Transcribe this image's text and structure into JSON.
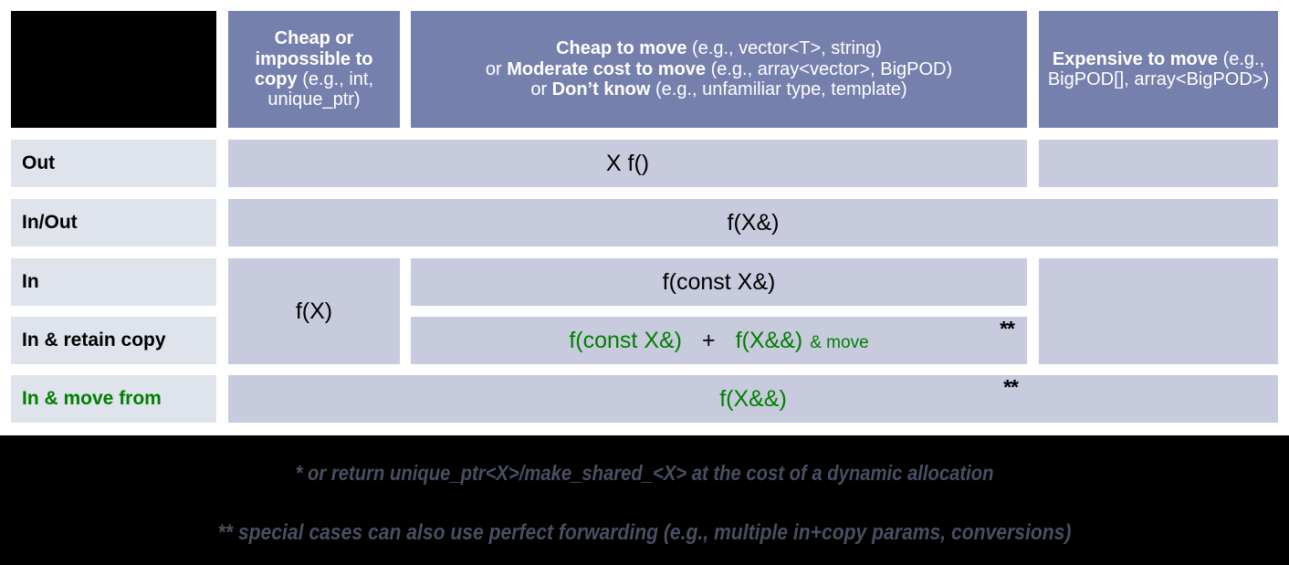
{
  "table": {
    "corner": "",
    "columns": [
      {
        "id": "cheap-or-impossible-to-copy",
        "bold_1": "Cheap or impossible to copy",
        "reg_1": " (e.g., int, unique_ptr)"
      },
      {
        "id": "cheap-to-move",
        "line1_bold": "Cheap to move",
        "line1_reg": " (e.g., vector<T>, string)",
        "line2_pre": "or ",
        "line2_bold": "Moderate cost to move",
        "line2_reg": " (e.g., array<vector>, BigPOD)",
        "line3_pre": "or ",
        "line3_bold": "Don’t know",
        "line3_reg": " (e.g., unfamiliar type, template)"
      },
      {
        "id": "expensive-to-move",
        "bold_1": "Expensive to move",
        "reg_1": " (e.g., BigPOD[], array<BigPOD>)"
      }
    ],
    "rows": [
      {
        "id": "out",
        "label": "Out",
        "green": false
      },
      {
        "id": "in-out",
        "label": "In/Out",
        "green": false
      },
      {
        "id": "in",
        "label": "In",
        "green": false
      },
      {
        "id": "in-and-retain-copy",
        "label": "In & retain copy",
        "green": false
      },
      {
        "id": "in-and-move-from",
        "label": "In & move from",
        "green": true
      }
    ],
    "cells": {
      "out_span": "X f()",
      "inout_span": "f(X&)",
      "in_cheapcopy": "f(X)",
      "in_cheapmove": "f(const X&)",
      "retain_sig_a": "f(const X&)",
      "retain_plus": "+",
      "retain_sig_b": "f(X&&)",
      "retain_suffix": "& move",
      "retain_note": "**",
      "movefrom_sig": "f(X&&)",
      "movefrom_note": "**"
    }
  },
  "footnotes": {
    "single_star": "* or return unique_ptr<X>/make_shared_<X> at the cost of a dynamic allocation",
    "double_star": "** special cases can also use perfect forwarding (e.g., multiple in+copy params, conversions)"
  },
  "colors": {
    "header_blue": "#7680AD",
    "body_fill": "#C7CBDD",
    "rowlabel_fill": "#DFE3EC",
    "accent_green": "#008000",
    "footer_bg": "#000000",
    "footnote_text": "#4A4E62"
  }
}
